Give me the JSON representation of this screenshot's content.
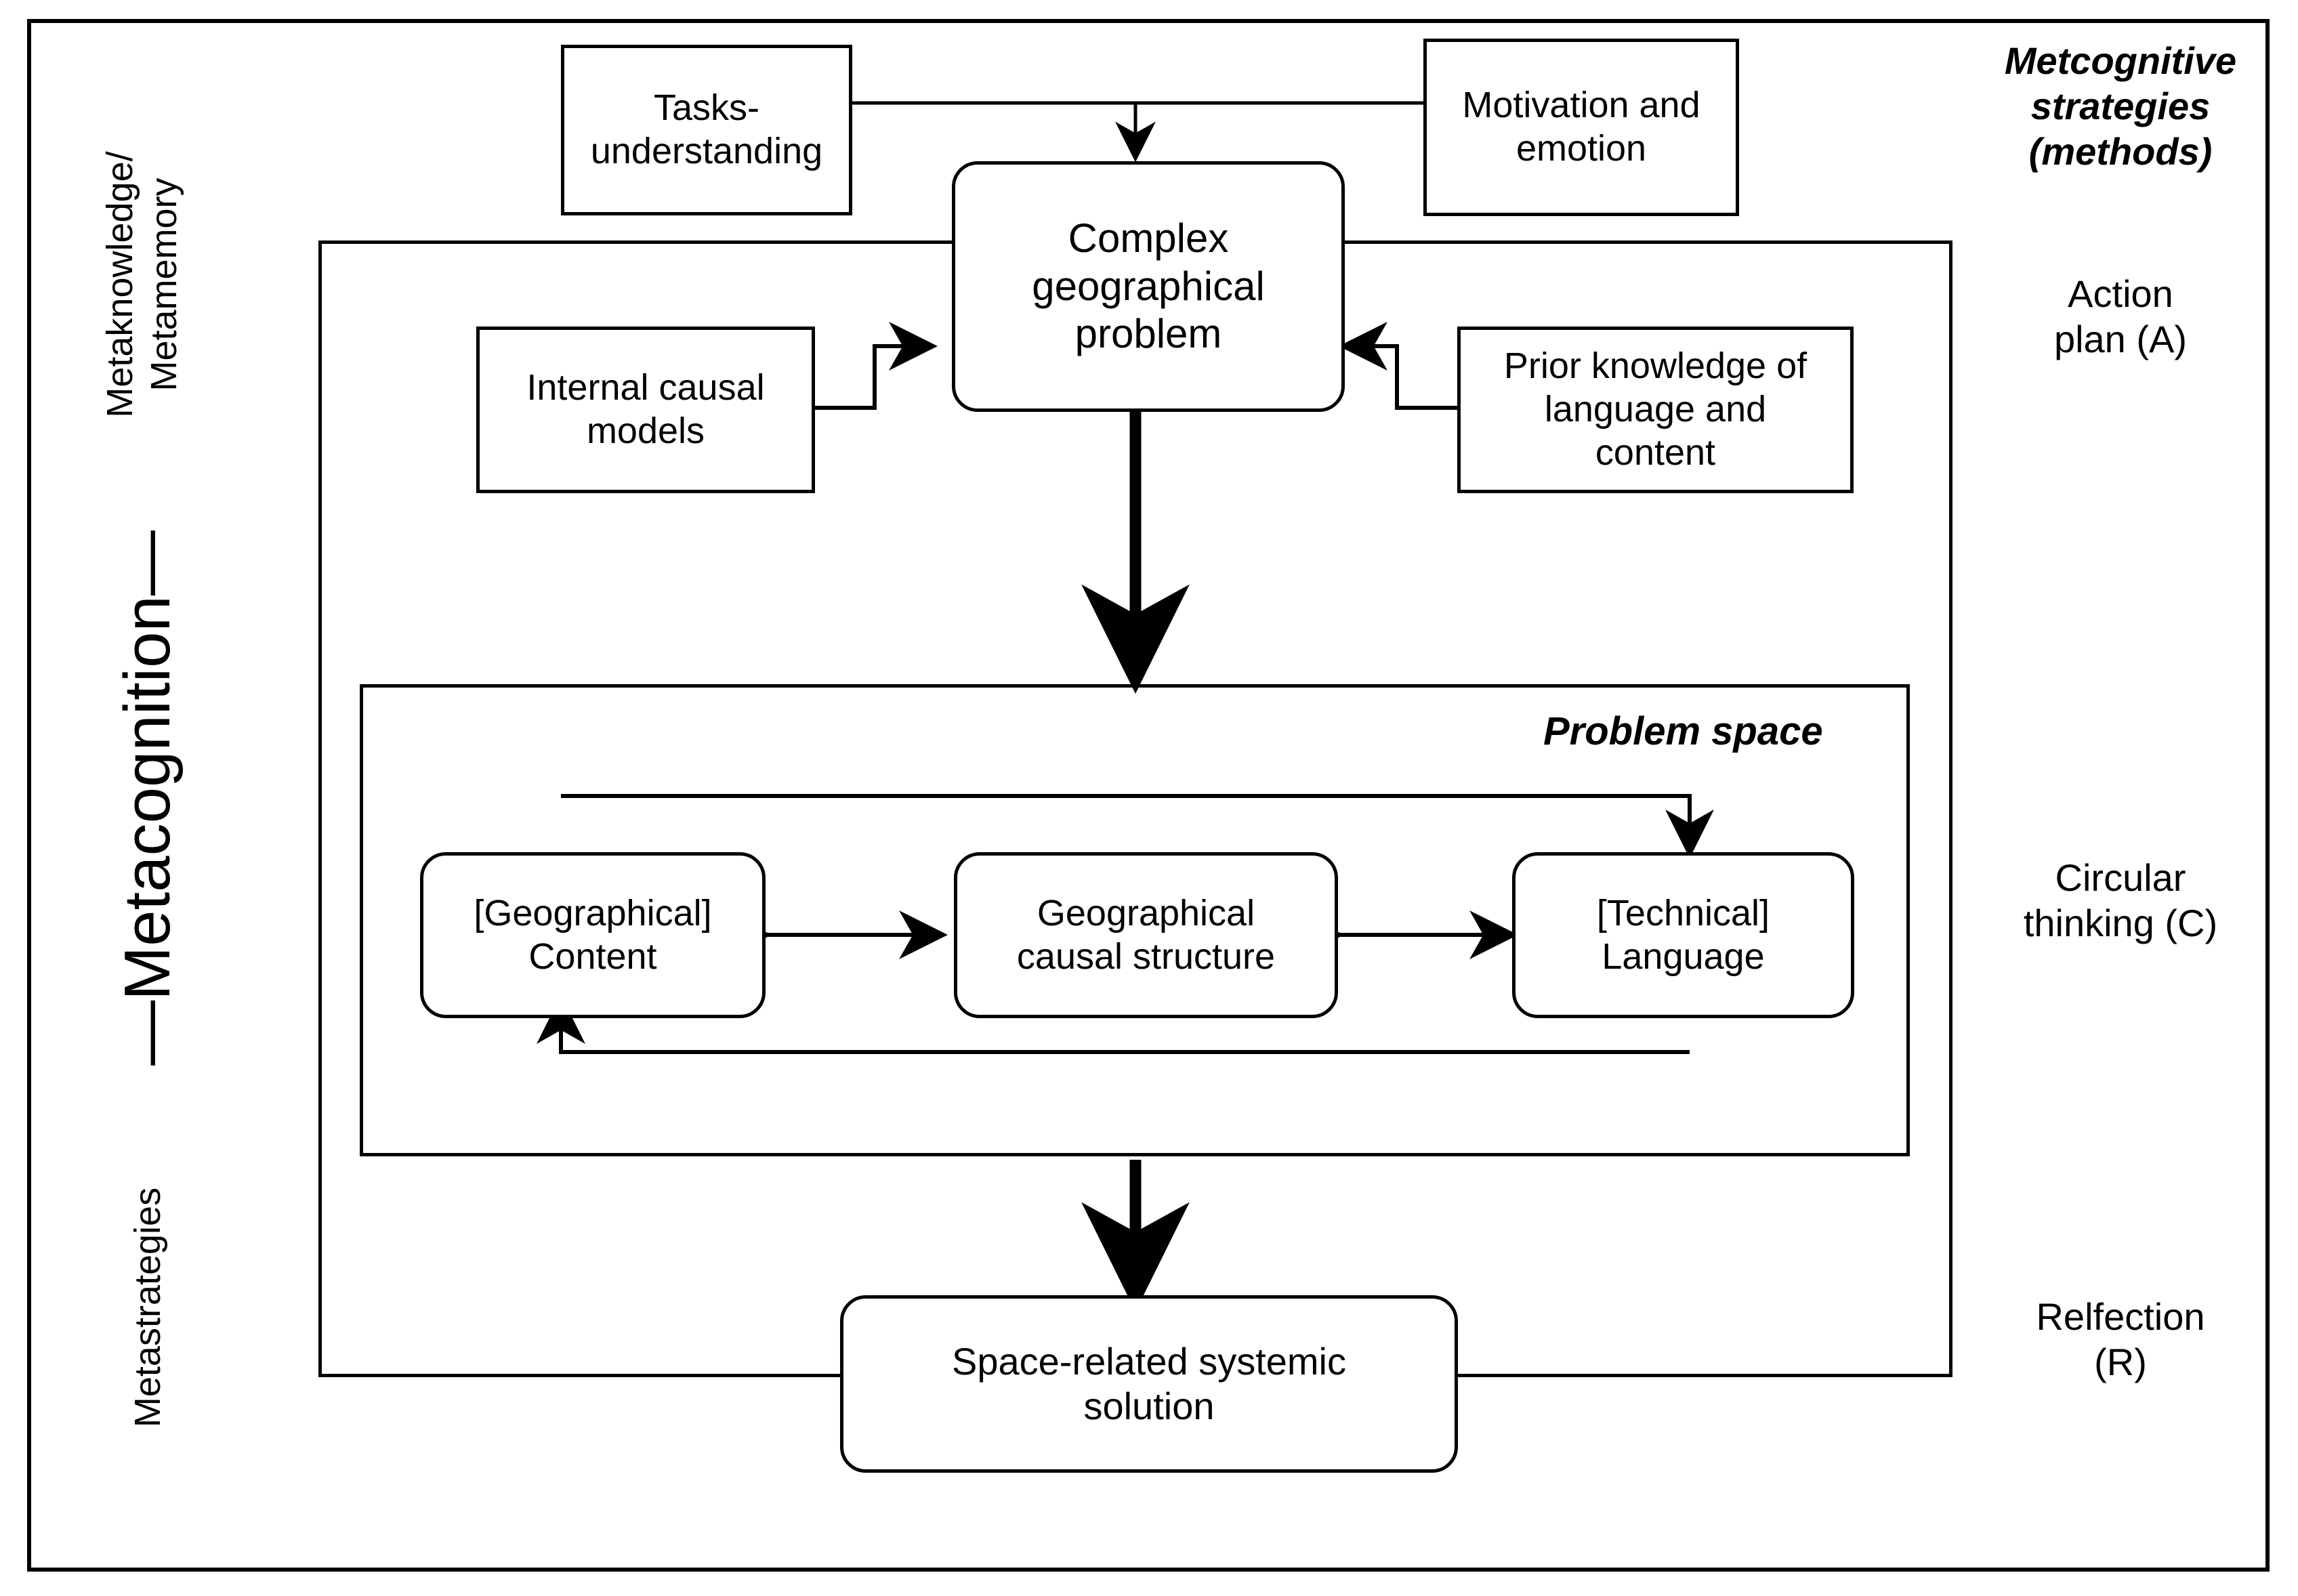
{
  "diagram": {
    "title_left_axis": {
      "top_label": "Metaknowledge/\nMetamemory",
      "center_label": "—Metacognition—",
      "center_label_plain": "Metacognition",
      "bottom_label": "Metastrategies"
    },
    "right_labels": [
      {
        "text": "Metcognitive\nstrategies\n(methods)",
        "style": "italic",
        "name": "metacognitive-strategies-label"
      },
      {
        "text": "Action\nplan (A)",
        "style": "normal",
        "name": "action-plan-label"
      },
      {
        "text": "Circular\nthinking (C)",
        "style": "normal",
        "name": "circular-thinking-label"
      },
      {
        "text": "Relfection\n(R)",
        "style": "normal",
        "name": "reflection-label"
      }
    ],
    "nodes": {
      "tasks_understanding": "Tasks-\nunderstanding",
      "motivation_emotion": "Motivation and\nemotion",
      "complex_problem": "Complex\ngeographical\nproblem",
      "internal_causal_models": "Internal causal\nmodels",
      "prior_knowledge": "Prior knowledge of\nlanguage and\ncontent",
      "geographical_content": "[Geographical]\nContent",
      "causal_structure": "Geographical\ncausal structure",
      "technical_language": "[Technical]\nLanguage",
      "solution": "Space-related systemic\nsolution"
    },
    "problem_space_title": "Problem space",
    "colors": {
      "stroke": "#000000",
      "background": "#ffffff",
      "text": "#000000"
    }
  }
}
